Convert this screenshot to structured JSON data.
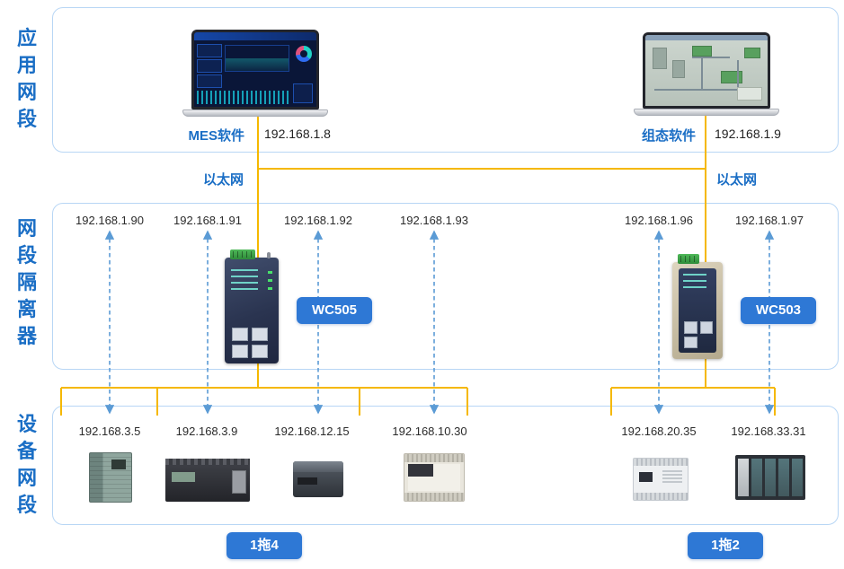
{
  "sections": {
    "app": {
      "label": "应用网段"
    },
    "isolator": {
      "label": "网段隔离器"
    },
    "device": {
      "label": "设备网段"
    }
  },
  "hosts": {
    "mes": {
      "label": "MES软件",
      "ip": "192.168.1.8"
    },
    "scada": {
      "label": "组态软件",
      "ip": "192.168.1.9"
    }
  },
  "ethernet": {
    "left": "以太网",
    "right": "以太网"
  },
  "gateways": {
    "left": {
      "model": "WC505",
      "badge": "1拖4",
      "ips": [
        "192.168.1.90",
        "192.168.1.91",
        "192.168.1.92",
        "192.168.1.93"
      ]
    },
    "right": {
      "model": "WC503",
      "badge": "1拖2",
      "ips": [
        "192.168.1.96",
        "192.168.1.97"
      ]
    }
  },
  "field_devices": {
    "left": [
      {
        "ip": "192.168.3.5",
        "icon": "siemens-s7-300-plc"
      },
      {
        "ip": "192.168.3.9",
        "icon": "siemens-s7-200-plc"
      },
      {
        "ip": "192.168.12.15",
        "icon": "compact-plc"
      },
      {
        "ip": "192.168.10.30",
        "icon": "mitsubishi-fx-plc"
      }
    ],
    "right": [
      {
        "ip": "192.168.20.35",
        "icon": "delta-dvp-plc"
      },
      {
        "ip": "192.168.33.31",
        "icon": "mitsubishi-q-plc"
      }
    ]
  },
  "colors": {
    "accent_blue": "#1a6ec5",
    "badge_blue": "#2e78d5",
    "box_border": "#b8d6f5",
    "ethernet_line": "#F5B800",
    "mapping_arrow": "#5b9bd5"
  }
}
